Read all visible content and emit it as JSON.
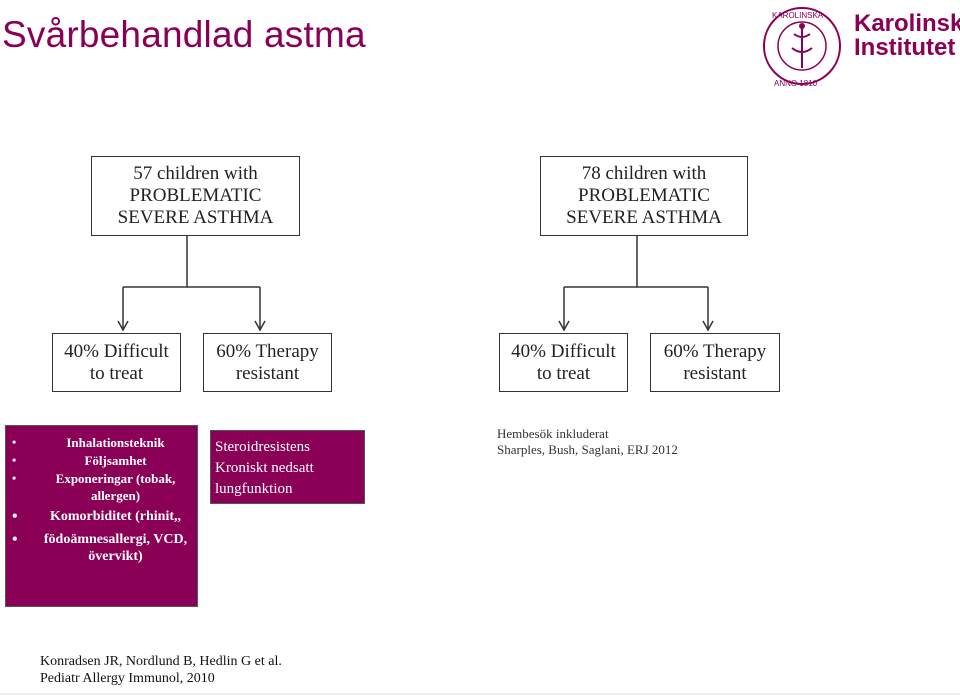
{
  "title": "Svårbehandlad astma",
  "logo": {
    "name": "Karolinska Institutet",
    "line1": "Karolinska",
    "line2": "Institutet",
    "seal_text": "KAROLINSKA INSTITUTET · ANNO 1810"
  },
  "left_top": {
    "line1": "57 children with",
    "line2": "PROBLEMATIC",
    "line3": "SEVERE ASTHMA"
  },
  "right_top": {
    "line1": "78 children with",
    "line2": "PROBLEMATIC",
    "line3": "SEVERE ASTHMA"
  },
  "left_difficult": {
    "line1": "40% Difficult",
    "line2": "to treat"
  },
  "left_therapy": {
    "line1": "60% Therapy",
    "line2": "resistant"
  },
  "right_difficult": {
    "line1": "40% Difficult",
    "line2": "to treat"
  },
  "right_therapy": {
    "line1": "60% Therapy",
    "line2": "resistant"
  },
  "factors": [
    {
      "lines": [
        "Inhalationsteknik"
      ]
    },
    {
      "lines": [
        "Följsamhet"
      ]
    },
    {
      "lines": [
        "Exponeringar (tobak,",
        "allergen)"
      ]
    },
    {
      "lines": [
        "Komorbiditet (rhinit,,"
      ]
    },
    {
      "lines": [
        "födoämnesallergi, VCD,",
        "övervikt)"
      ]
    }
  ],
  "steroid": {
    "line1": "Steroidresistens",
    "line2": "Kroniskt nedsatt",
    "line3": "lungfunktion"
  },
  "hembesok": {
    "line1": "Hembesök inkluderat",
    "line2": "Sharples, Bush, Saglani, ERJ 2012"
  },
  "reference": {
    "line1": "Konradsen JR, Nordlund B, Hedlin G et al.",
    "line2": "Pediatr Allergy Immunol, 2010"
  },
  "colors": {
    "accent": "#8a0056",
    "border": "#333333"
  }
}
